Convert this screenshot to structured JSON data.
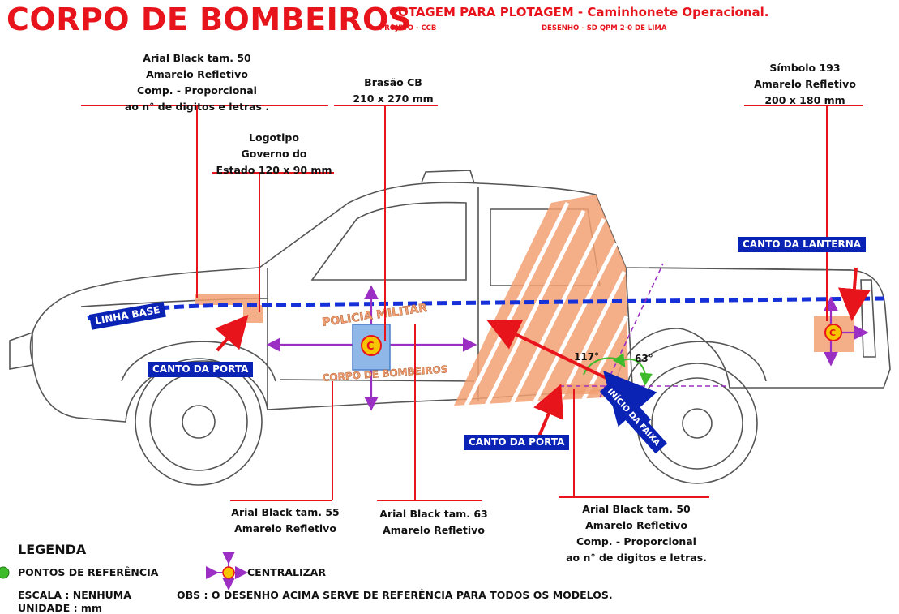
{
  "header": {
    "title": "CORPO DE BOMBEIROS",
    "subtitle": "COTAGEM PARA PLOTAGEM - Caminhonete Operacional.",
    "project": "PROJETO - CCB",
    "drawing": "DESENHO - SD QPM 2-0 DE LIMA"
  },
  "annotations": {
    "top_left": [
      "Arial Black tam. 50",
      "Amarelo Refletivo",
      "Comp. - Proporcional",
      "ao n° de digitos e letras ."
    ],
    "logo": [
      "Logotipo",
      "Governo do",
      "Estado 120 x 90 mm"
    ],
    "brasao": [
      "Brasão CB",
      "210 x 270 mm"
    ],
    "symbol": [
      "Símbolo 193",
      "Amarelo Refletivo",
      "200 x 180 mm"
    ],
    "bottom_55": [
      "Arial Black tam. 55",
      "Amarelo Refletivo"
    ],
    "bottom_63": [
      "Arial Black tam. 63",
      "Amarelo Refletivo"
    ],
    "bottom_50": [
      "Arial Black tam. 50",
      "Amarelo Refletivo",
      "Comp. - Proporcional",
      "ao  n° de digitos e letras."
    ]
  },
  "labels": {
    "canto_lanterna": "CANTO DA LANTERNA",
    "canto_porta_1": "CANTO DA PORTA",
    "canto_porta_2": "CANTO DA PORTA",
    "linha_base": "LINHA BASE",
    "inicio_faixa": "INÍCIO DA FAIXA",
    "angle_117": "117°",
    "angle_63": "63°",
    "door_text_top": "POLICIA MILITAR",
    "door_text_bottom": "CORPO DE BOMBEIROS",
    "emblem_letter": "C"
  },
  "legend": {
    "title": "LEGENDA",
    "ref_points": "PONTOS DE REFERÊNCIA",
    "centralize": "CENTRALIZAR",
    "scale": "ESCALA : NENHUMA",
    "unit": "UNIDADE : mm",
    "obs": "OBS : O DESENHO ACIMA SERVE DE REFERÊNCIA PARA TODOS OS MODELOS."
  },
  "colors": {
    "red": "#e8141c",
    "blue_label": "#0a23b5",
    "dashed_blue": "#1530d8",
    "purple": "#9b2fc4",
    "orange": "#f2a073",
    "green": "#3dbb2a"
  }
}
